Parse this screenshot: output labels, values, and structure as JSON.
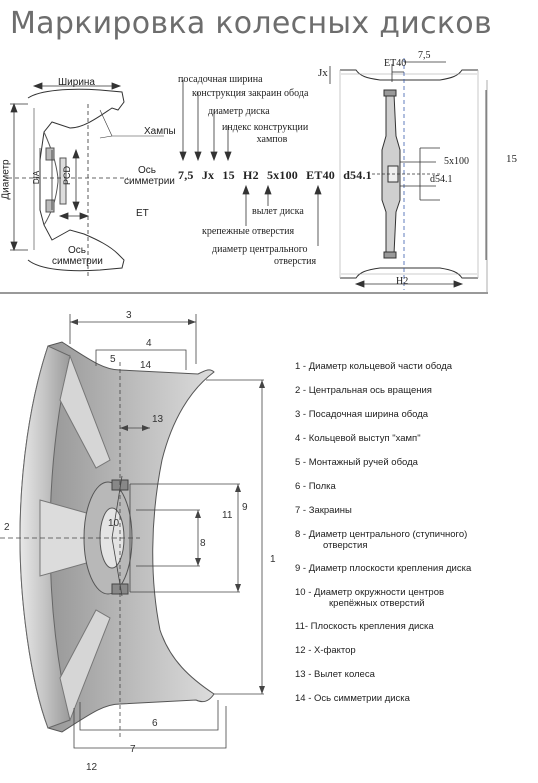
{
  "title": "Маркировка колесных дисков",
  "top_left": {
    "labels": {
      "width": "Ширина",
      "humps": "Хампы",
      "diameter": "Диаметр",
      "dia": "DIA",
      "pcd": "PCD",
      "axis_sym": "Ось симметрии",
      "et": "ET",
      "axis_sym_bottom": "Ось симметрии"
    }
  },
  "marking": {
    "labels": {
      "seat_width": "посадочная ширина",
      "flange": "конструкция закраин обода",
      "disc_diameter": "диаметр диска",
      "hump_index_1": "индекс конструкции",
      "hump_index_2": "хампов",
      "offset": "вылет диска",
      "bolt_holes": "крепежные отверстия",
      "center_bore_1": "диаметр центрального",
      "center_bore_2": "отверстия"
    },
    "code": [
      "7,5",
      "Jx",
      "15",
      "H2",
      "5x100",
      "ET40",
      "d54.1"
    ]
  },
  "top_right": {
    "labels": {
      "jx": "Jx",
      "et40": "ET40",
      "width": "7,5",
      "pcd": "5x100",
      "dia": "d54.1",
      "diameter": "15",
      "h2": "H2"
    }
  },
  "bottom": {
    "numbers": [
      "1",
      "2",
      "3",
      "4",
      "5",
      "6",
      "7",
      "8",
      "9",
      "10",
      "11",
      "12",
      "13",
      "14"
    ],
    "legend": [
      "1 - Диаметр кольцевой части обода",
      "2 - Центральная ось вращения",
      "3 - Посадочная ширина обода",
      "4 - Кольцевой выступ \"хамп\"",
      "5 - Монтажный ручей обода",
      "6 - Полка",
      "7 - Закраины",
      "8 - Диаметр центрального (ступичного)",
      "отверстия",
      "9 - Диаметр плоскости крепления диска",
      "10 - Диаметр окружности центров",
      "крепёжных отверстий",
      "11- Плоскость крепления диска",
      "12 - Х-фактор",
      "13 - Вылет колеса",
      "14 - Ось симметрии диска"
    ]
  }
}
